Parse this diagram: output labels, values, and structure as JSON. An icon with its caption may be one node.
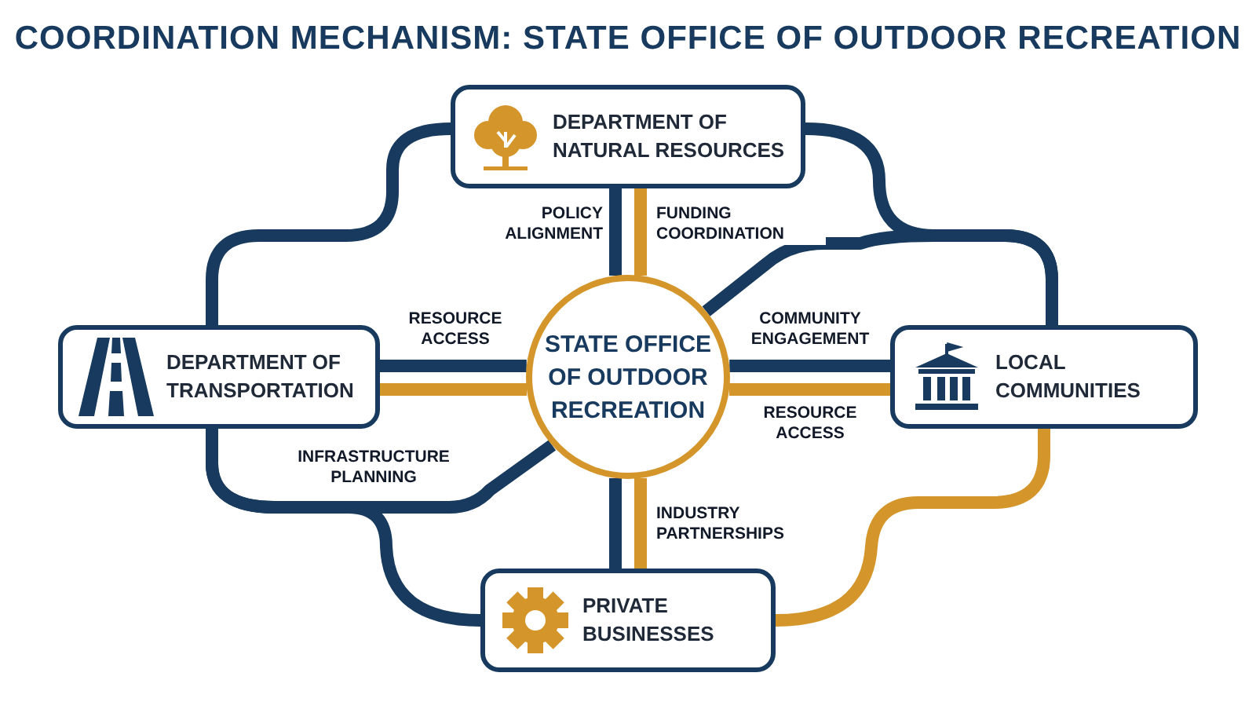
{
  "diagram": {
    "title": "COORDINATION MECHANISM: STATE OFFICE OF OUTDOOR RECREATION",
    "nodes": [
      {
        "text": [
          "STATE OFFICE OF OUTDOOR RECREATION"
        ]
      },
      {
        "text": [
          "DEPARTMENT OF NATURAL RESOURCES"
        ]
      },
      {
        "text": [
          "DEPARTMENT OF TRANSPORTATION"
        ]
      },
      {
        "text": [
          "LOCAL COMMUNITIES"
        ]
      },
      {
        "text": [
          "PRIVATE BUSINESSES"
        ]
      }
    ],
    "edges": [
      {
        "from": 0,
        "to": 1,
        "arrow": "none",
        "label": "POLICY ALIGNMENT"
      },
      {
        "from": 0,
        "to": 1,
        "arrow": "none",
        "label": "FUNDING COORDINATION",
        "color": "#d4952a"
      },
      {
        "from": 0,
        "to": 2,
        "arrow": "none",
        "label": "RESOURCE ACCESS"
      },
      {
        "from": 0,
        "to": 2,
        "arrow": "none",
        "color": "#d4952a"
      },
      {
        "from": 0,
        "to": 3,
        "arrow": "none",
        "label": "COMMUNITY ENGAGEMENT"
      },
      {
        "from": 0,
        "to": 3,
        "arrow": "none",
        "label": "RESOURCE ACCESS",
        "color": "#d4952a"
      },
      {
        "from": 0,
        "to": 4,
        "arrow": "none"
      },
      {
        "from": 0,
        "to": 4,
        "arrow": "none",
        "label": "INDUSTRY PARTNERSHIPS",
        "color": "#d4952a"
      },
      {
        "from": 0,
        "to": 2,
        "arrow": "none",
        "label": "INFRASTRUCTURE PLANNING"
      },
      {
        "from": 2,
        "to": 4,
        "arrow": "none"
      },
      {
        "from": 1,
        "to": 2,
        "arrow": "none"
      },
      {
        "from": 1,
        "to": 3,
        "arrow": "none"
      },
      {
        "from": 0,
        "to": 3,
        "arrow": "none"
      },
      {
        "from": 3,
        "to": 4,
        "arrow": "none",
        "color": "#d4952a"
      }
    ]
  }
}
